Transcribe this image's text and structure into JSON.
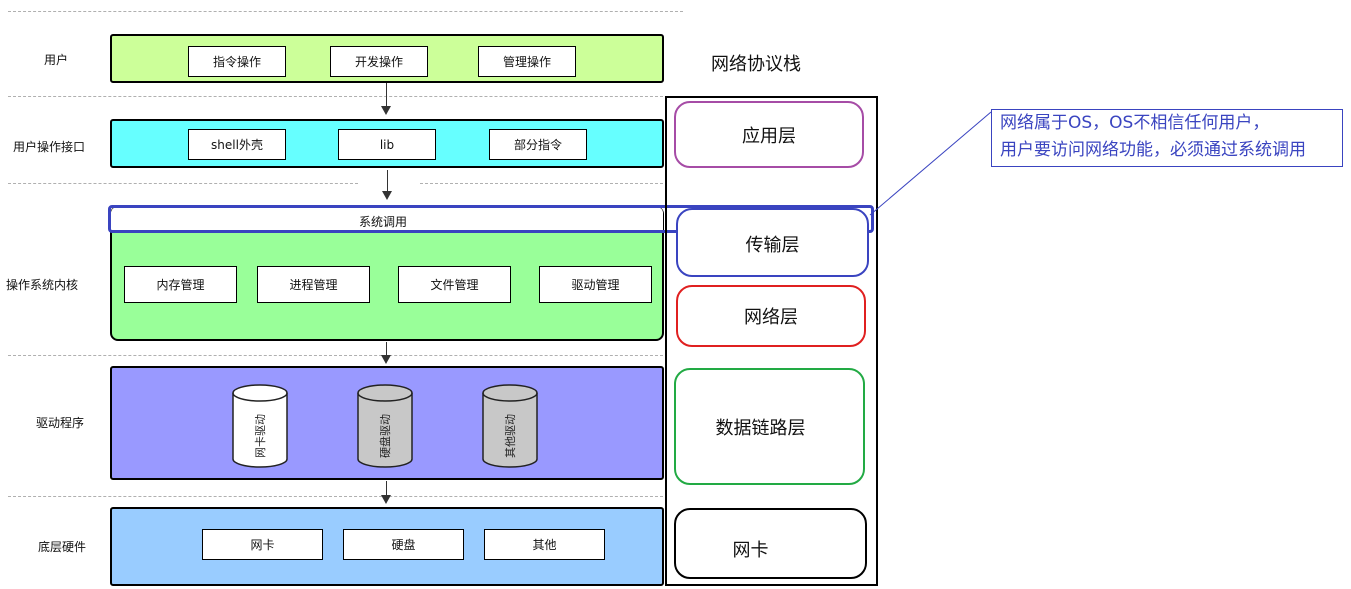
{
  "rows": {
    "user": {
      "label": "用户",
      "boxes": [
        "指令操作",
        "开发操作",
        "管理操作"
      ]
    },
    "interface": {
      "label": "用户操作接口",
      "boxes": [
        "shell外壳",
        "lib",
        "部分指令"
      ]
    },
    "kernel": {
      "label": "操作系统内核",
      "syscall": "系统调用",
      "boxes": [
        "内存管理",
        "进程管理",
        "文件管理",
        "驱动管理"
      ]
    },
    "driver": {
      "label": "驱动程序",
      "cylinders": [
        "网卡驱动",
        "硬盘驱动",
        "其他驱动"
      ]
    },
    "hardware": {
      "label": "底层硬件",
      "boxes": [
        "网卡",
        "硬盘",
        "其他"
      ]
    }
  },
  "stack": {
    "title": "网络协议栈",
    "layers": [
      "应用层",
      "传输层",
      "网络层",
      "数据链路层",
      "网卡"
    ]
  },
  "note": {
    "line1": "网络属于OS，OS不相信任何用户，",
    "line2": "用户要访问网络功能，必须通过系统调用"
  },
  "colors": {
    "user_layer": "#ccff99",
    "interface_layer": "#66ffff",
    "kernel_layer": "#99ff99",
    "driver_layer": "#9999ff",
    "hardware_layer": "#99ccff",
    "application": "#a64ca6",
    "transport": "#3a44c0",
    "network": "#e02020",
    "datalink": "#22aa44",
    "nic": "#000000",
    "annotation": "#3a44c0"
  }
}
